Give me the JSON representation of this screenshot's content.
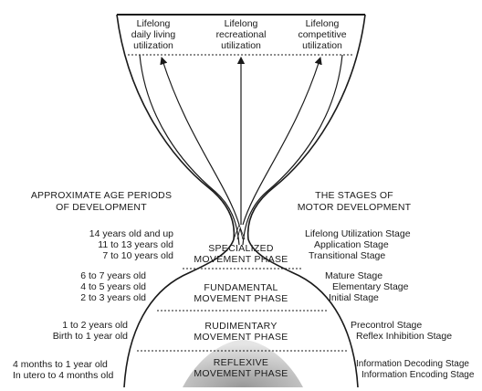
{
  "top_labels": [
    {
      "lines": [
        "Lifelong",
        "daily living",
        "utilization"
      ]
    },
    {
      "lines": [
        "Lifelong",
        "recreational",
        "utilization"
      ]
    },
    {
      "lines": [
        "Lifelong",
        "competitive",
        "utilization"
      ]
    }
  ],
  "left_heading": [
    "APPROXIMATE AGE PERIODS",
    "OF DEVELOPMENT"
  ],
  "right_heading": [
    "THE STAGES OF",
    "MOTOR DEVELOPMENT"
  ],
  "phases": [
    {
      "lines": [
        "SPECIALIZED",
        "MOVEMENT PHASE"
      ]
    },
    {
      "lines": [
        "FUNDAMENTAL",
        "MOVEMENT PHASE"
      ]
    },
    {
      "lines": [
        "RUDIMENTARY",
        "MOVEMENT PHASE"
      ]
    },
    {
      "lines": [
        "REFLEXIVE",
        "MOVEMENT PHASE"
      ]
    }
  ],
  "ages": {
    "specialized": [
      "14 years old and up",
      "11 to 13 years old",
      "7 to 10 years old"
    ],
    "fundamental": [
      "6 to 7 years old",
      "4 to 5 years old",
      "2 to 3 years old"
    ],
    "rudimentary": [
      "1 to 2 years old",
      "Birth to 1 year old"
    ],
    "reflexive": [
      "4 months to 1 year old",
      "In utero to 4 months old"
    ]
  },
  "stages": {
    "specialized": [
      "Lifelong Utilization Stage",
      "Application Stage",
      "Transitional Stage"
    ],
    "fundamental": [
      "Mature Stage",
      "Elementary Stage",
      "Initial Stage"
    ],
    "rudimentary": [
      "Precontrol Stage",
      "Reflex Inhibition Stage"
    ],
    "reflexive": [
      "Information Decoding Stage",
      "Information Encoding Stage"
    ]
  },
  "colors": {
    "ink": "#1a1a1a",
    "sand": "#b5b5b5"
  }
}
